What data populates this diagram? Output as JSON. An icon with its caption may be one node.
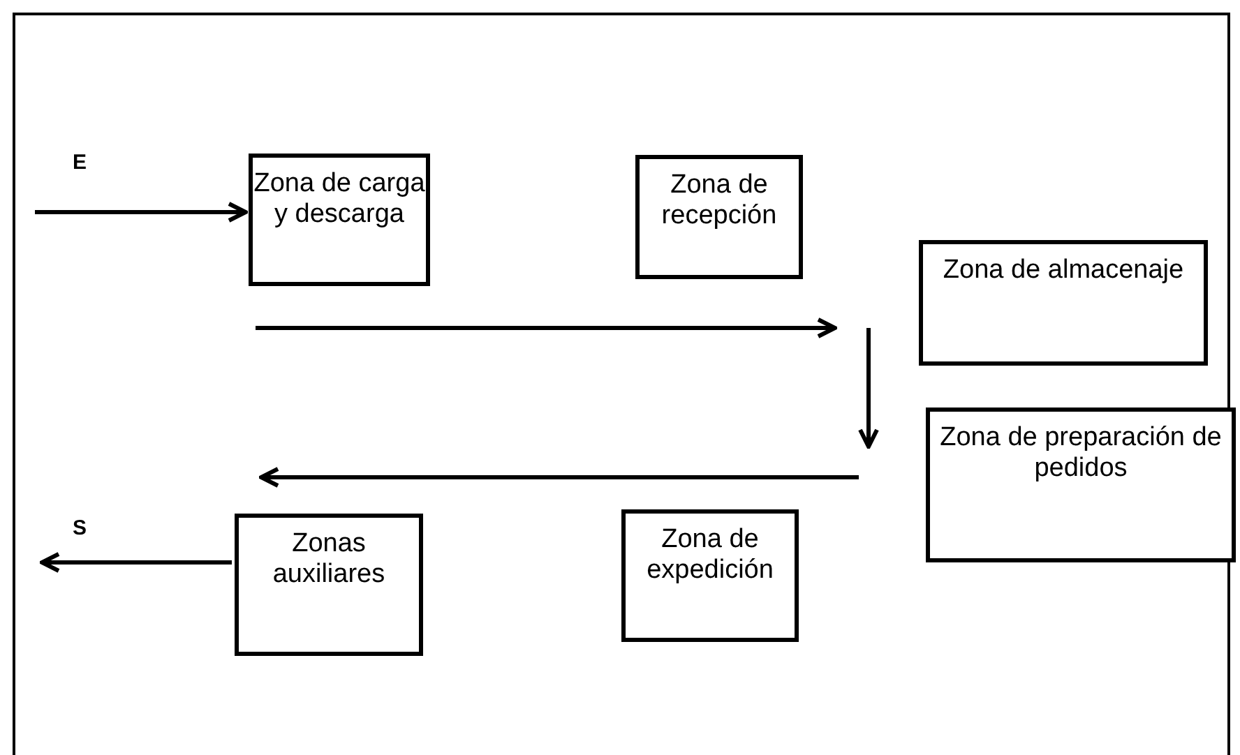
{
  "diagram": {
    "nodes": [
      {
        "text": [
          "Zona de carga y descarga"
        ]
      },
      {
        "text": [
          "Zona de recepción"
        ]
      },
      {
        "text": [
          "Zona de almacenaje"
        ]
      },
      {
        "text": [
          "Zona de preparación de pedidos"
        ]
      },
      {
        "text": [
          "Zona de expedición"
        ]
      },
      {
        "text": [
          "Zonas auxiliares"
        ]
      }
    ],
    "edges": [
      {
        "from": null,
        "to": 0,
        "arrow": "to"
      },
      {
        "from": 5,
        "to": null,
        "arrow": "to"
      }
    ],
    "labels": [
      "E",
      "S"
    ]
  }
}
